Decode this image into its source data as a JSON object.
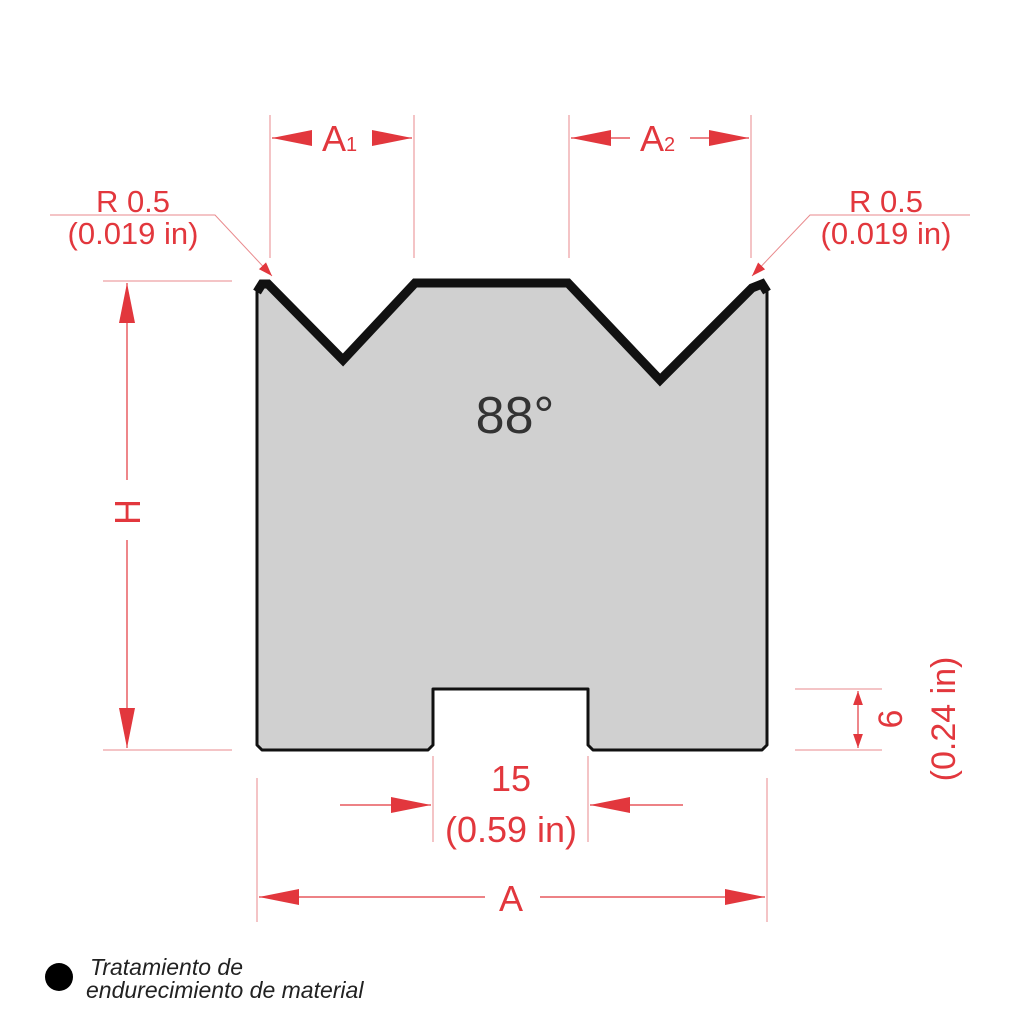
{
  "colors": {
    "dimension": "#e2373d",
    "body": "#d0d0d0",
    "outline": "#111111"
  },
  "angle_label": "88°",
  "dimensions": {
    "a1": {
      "main": "A",
      "sub": "1"
    },
    "a2": {
      "main": "A",
      "sub": "2"
    },
    "radius_left": {
      "value": "R 0.5",
      "imperial": "(0.019 in)"
    },
    "radius_right": {
      "value": "R 0.5",
      "imperial": "(0.019 in)"
    },
    "height": "H",
    "slot_depth": {
      "value": "6",
      "imperial": "(0.24 in)"
    },
    "slot_width": {
      "value": "15",
      "imperial": "(0.59 in)"
    },
    "width": "A"
  },
  "note": {
    "icon": "bullet-dot",
    "line1": "Tratamiento de",
    "line2": "endurecimiento de material"
  }
}
